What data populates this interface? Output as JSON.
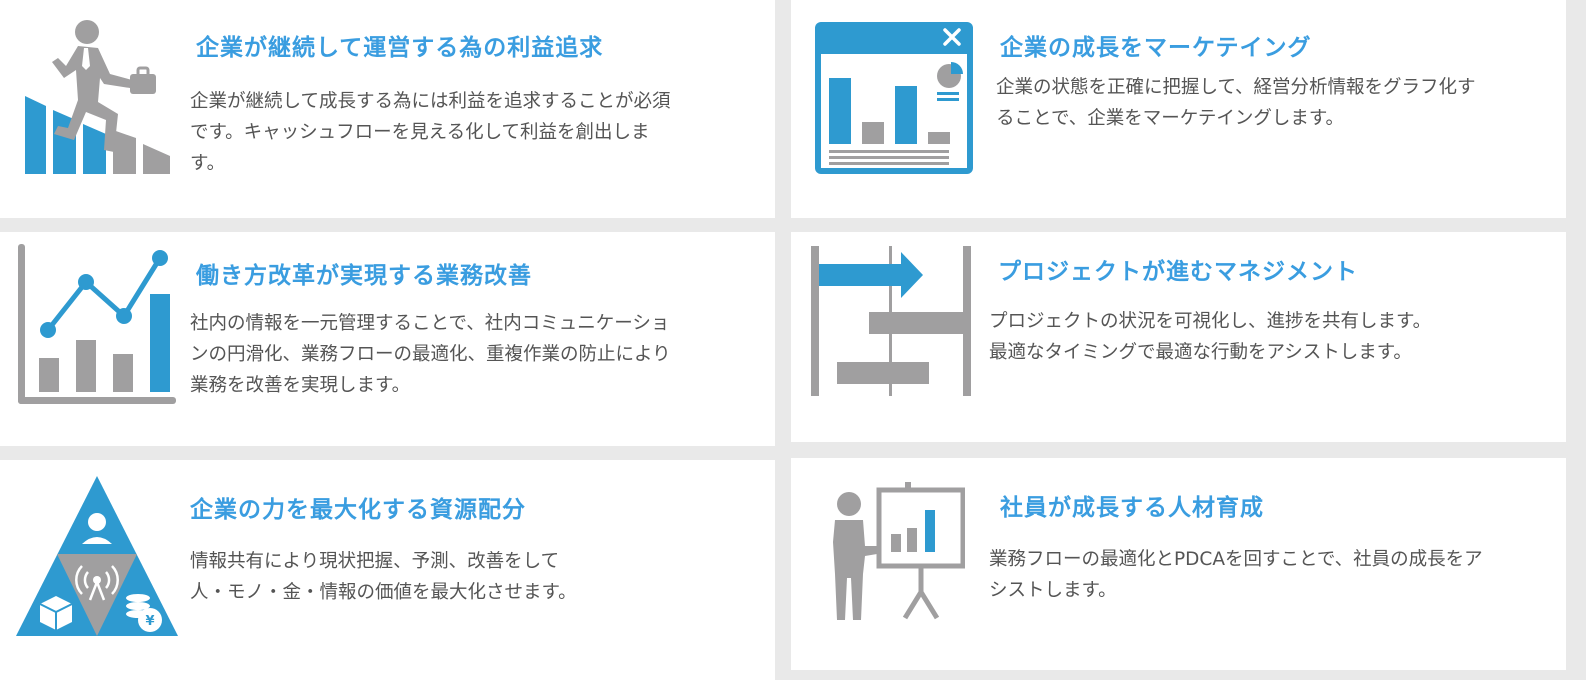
{
  "colors": {
    "accent": "#3a9de0",
    "icon_blue": "#2e9ad0",
    "icon_gray": "#a09fa0",
    "text": "#555555"
  },
  "cards": [
    {
      "icon": "running-man-rising-bars-icon",
      "title": "企業が継続して運営する為の利益追求",
      "lines": [
        "企業が継続して成長する為には利益を追求することが必須",
        "です。キャッシュフローを見える化して利益を創出しま",
        "す。"
      ]
    },
    {
      "icon": "bar-chart-window-icon",
      "title": "企業の成長をマーケテイング",
      "lines": [
        "企業の状態を正確に把握して、経営分析情報をグラフ化す",
        "ることで、企業をマーケテイングします。"
      ]
    },
    {
      "icon": "line-bar-chart-icon",
      "title": "働き方改革が実現する業務改善",
      "lines": [
        "社内の情報を一元管理することで、社内コミュニケーショ",
        "ンの円滑化、業務フローの最適化、重複作業の防止により",
        "業務を改善を実現します。"
      ]
    },
    {
      "icon": "gantt-arrow-icon",
      "title": "プロジェクトが進むマネジメント",
      "lines": [
        "プロジェクトの状況を可視化し、進捗を共有します。",
        "最適なタイミングで最適な行動をアシストします。"
      ]
    },
    {
      "icon": "resource-triangle-icon",
      "title": "企業の力を最大化する資源配分",
      "lines": [
        "情報共有により現状把握、予測、改善をして",
        "人・モノ・金・情報の価値を最大化させます。"
      ]
    },
    {
      "icon": "presenter-board-icon",
      "title": "社員が成長する人材育成",
      "lines": [
        "業務フローの最適化とPDCAを回すことで、社員の成長をア",
        "シストします。"
      ]
    }
  ]
}
